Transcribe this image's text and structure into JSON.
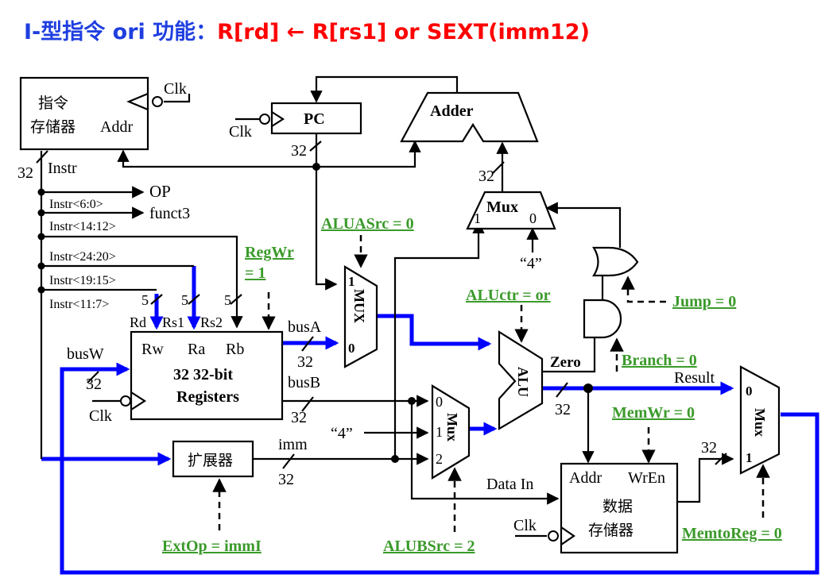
{
  "title": {
    "prefix": "I-型指令 ori 功能：",
    "function": "R[rd] ← R[rs1] or SEXT(imm12)",
    "prefix_color": "#1f3fe0",
    "function_color": "#ff0000"
  },
  "colors": {
    "bus": "#0000ff",
    "signal": "#3a9a2a",
    "wire": "#000000"
  },
  "imem": {
    "line1": "指令",
    "line2": "存储器",
    "addr": "Addr",
    "clk": "Clk",
    "width": "32",
    "instr": "Instr"
  },
  "pc": {
    "label": "PC",
    "clk": "Clk",
    "width": "32"
  },
  "adder": {
    "label": "Adder"
  },
  "pcmux": {
    "label": "Mux",
    "in1": "1",
    "in0": "0",
    "const4": "“4”",
    "width": "32"
  },
  "fields": {
    "op": "Instr<6:0>",
    "op_out": "OP",
    "funct3": "Instr<14:12>",
    "funct3_out": "funct3",
    "rs2": "Instr<24:20>",
    "rs1": "Instr<19:15>",
    "rd": "Instr<11:7>",
    "width5": "5"
  },
  "regs": {
    "rd": "Rd",
    "rs1": "Rs1",
    "rs2": "Rs2",
    "rw": "Rw",
    "ra": "Ra",
    "rb": "Rb",
    "line1": "32 32-bit",
    "line2": "Registers",
    "busw": "busW",
    "busa": "busA",
    "busb": "busB",
    "width": "32",
    "clk": "Clk"
  },
  "ext": {
    "label": "扩展器",
    "imm": "imm",
    "width": "32"
  },
  "amux": {
    "label": "MUX",
    "in1": "1",
    "in0": "0"
  },
  "bmux": {
    "label": "Mux",
    "in0": "0",
    "in1": "1",
    "in2": "2",
    "const4": "“4”"
  },
  "alu": {
    "label": "ALU",
    "zero": "Zero",
    "width": "32",
    "result": "Result"
  },
  "dmem": {
    "addr": "Addr",
    "wren": "WrEn",
    "line1": "数据",
    "line2": "存储器",
    "datain": "Data In",
    "clk": "Clk",
    "width": "32"
  },
  "wbmux": {
    "label": "Mux",
    "in0": "0",
    "in1": "1"
  },
  "signals": {
    "aluasrc": "ALUASrc = 0",
    "regwr_1": "RegWr",
    "regwr_2": "= 1",
    "aluctr": "ALUctr = or",
    "jump": "Jump = 0",
    "branch": "Branch = 0",
    "memwr": "MemWr = 0",
    "extop": "ExtOp = immI",
    "alubsrc": "ALUBSrc = 2",
    "memtoreg": "MemtoReg = 0"
  }
}
